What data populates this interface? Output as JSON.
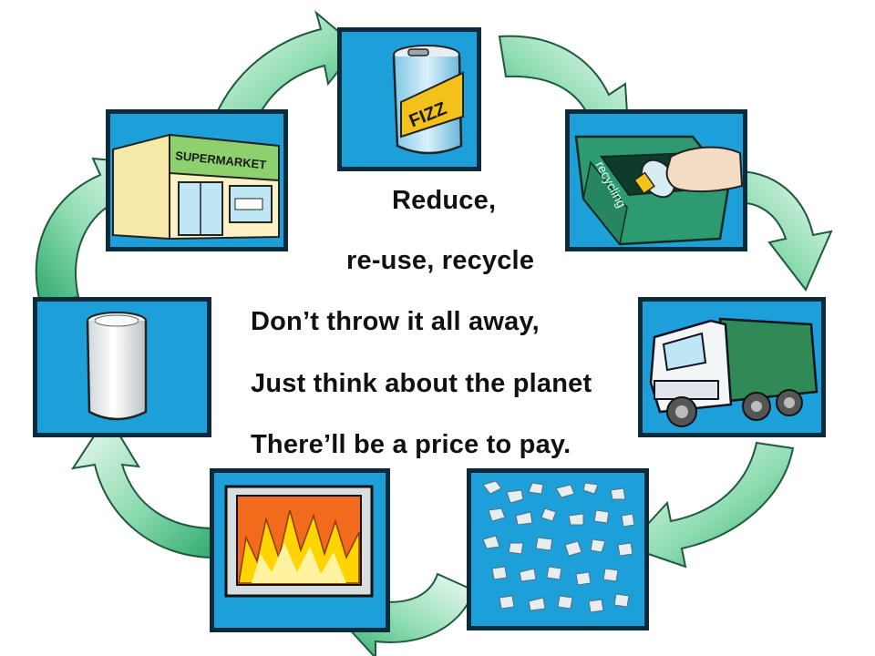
{
  "poem": {
    "line1": "Reduce,",
    "line2": "re-use, recycle",
    "line3": "Don’t throw it all away,",
    "line4": "Just think about the planet",
    "line5": "There’ll be a price to pay."
  },
  "illustrations": {
    "can_label": "FIZZ",
    "store_sign": "SUPERMARKET",
    "recycling_bin_label": "recycling"
  },
  "colors": {
    "panel_blue": "#1da0d9",
    "panel_dark": "#0b2a3a",
    "arrow_green": "#4cc08a",
    "arrow_light": "#e9f7ef",
    "bin_green": "#2e9a72",
    "truck_green": "#2f8a55",
    "fire_orange": "#f26a1b",
    "fire_yellow": "#ffd400"
  },
  "icons": [
    "fizz-can-icon",
    "recycling-bin-icon",
    "garbage-truck-icon",
    "shredded-pieces-icon",
    "furnace-fire-icon",
    "new-can-icon",
    "supermarket-icon",
    "cycle-arrow-icon"
  ]
}
